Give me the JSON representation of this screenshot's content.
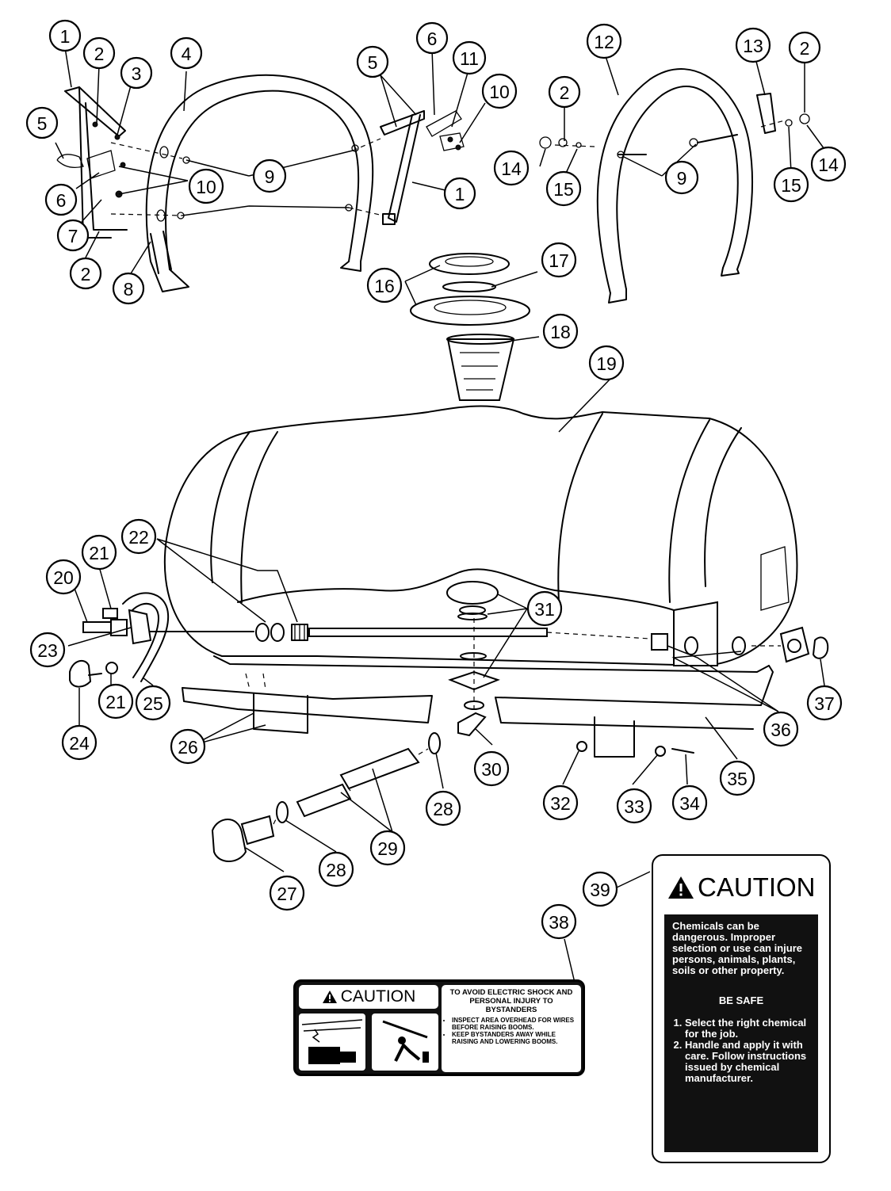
{
  "callouts": [
    "1",
    "2",
    "3",
    "4",
    "5",
    "6",
    "7",
    "8",
    "9",
    "10",
    "11",
    "12",
    "13",
    "14",
    "15",
    "16",
    "17",
    "18",
    "19",
    "20",
    "21",
    "22",
    "23",
    "24",
    "25",
    "26",
    "27",
    "28",
    "29",
    "30",
    "31",
    "32",
    "33",
    "34",
    "35",
    "36",
    "37",
    "38",
    "39"
  ],
  "decal_38": {
    "heading": "CAUTION",
    "warning_title": "TO AVOID ELECTRIC SHOCK AND PERSONAL INJURY TO BYSTANDERS",
    "items": [
      "INSPECT AREA OVERHEAD FOR WIRES BEFORE RAISING BOOMS.",
      "KEEP BYSTANDERS AWAY WHILE RAISING AND LOWERING BOOMS."
    ]
  },
  "decal_39": {
    "heading": "CAUTION",
    "intro": "Chemicals can be dangerous. Improper selection or use can injure persons, animals, plants, soils or other property.",
    "subheading": "BE SAFE",
    "steps": [
      "Select the right chemical for the job.",
      "Handle and apply it with care. Follow instructions issued by chemical manufacturer."
    ]
  }
}
